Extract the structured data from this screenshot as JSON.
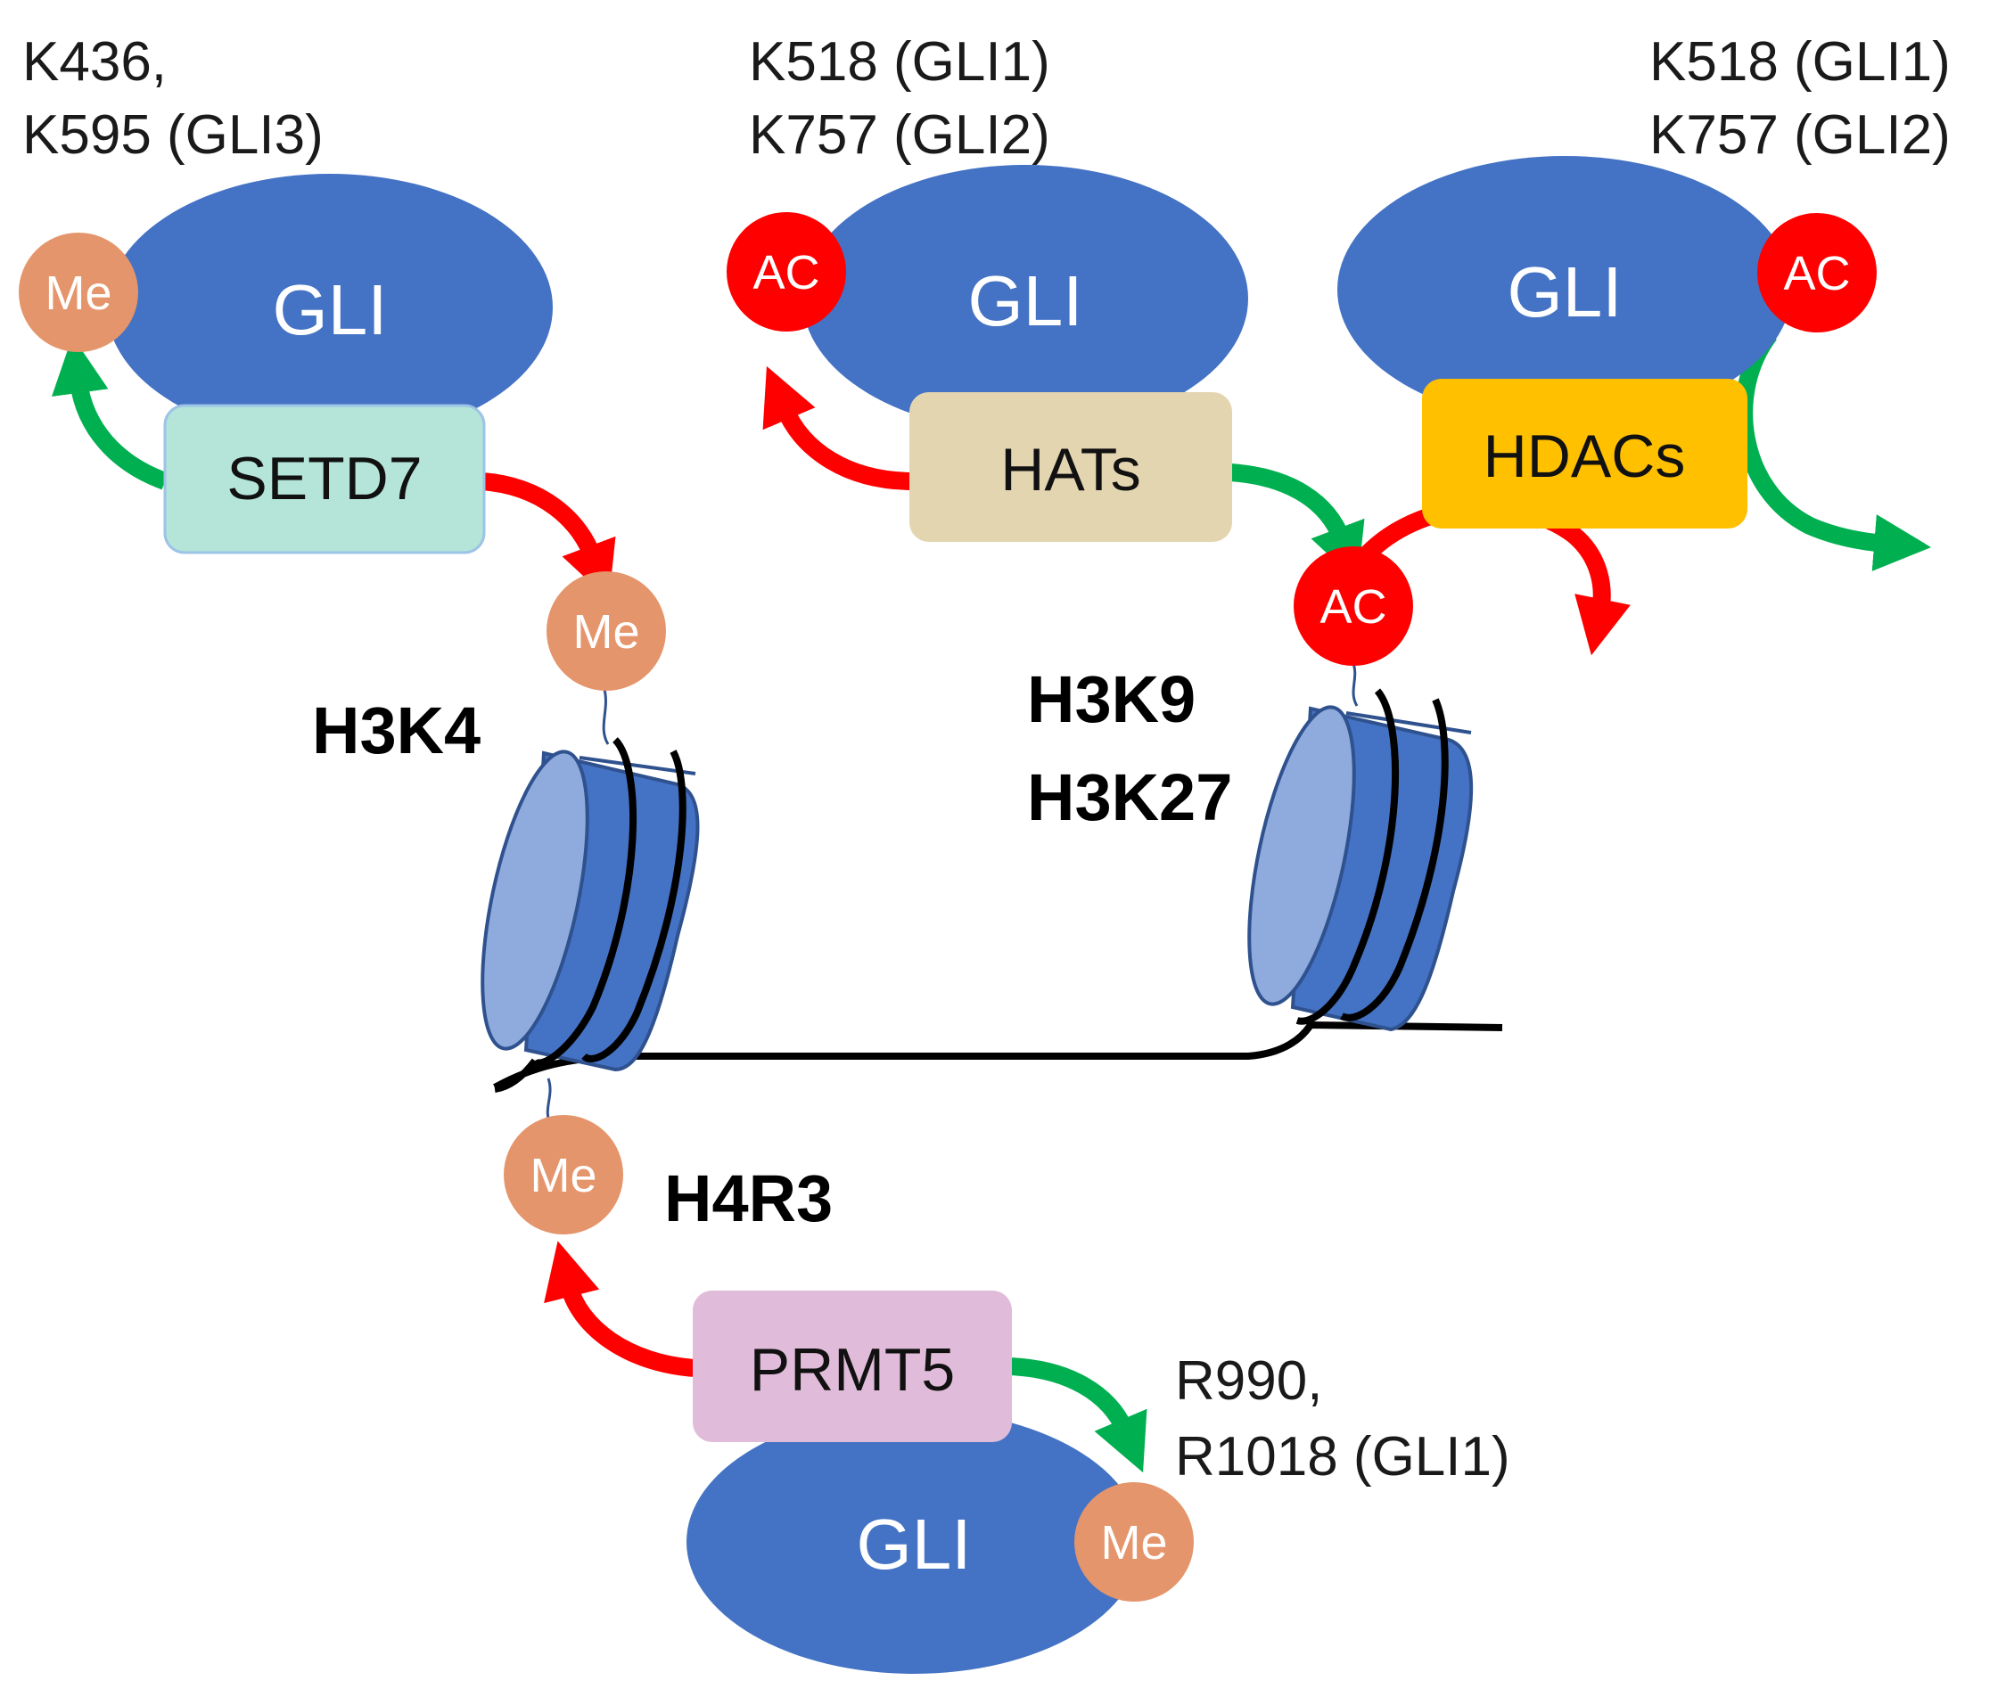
{
  "colors": {
    "gli_fill": "#4472C4",
    "methyl": "#E5956B",
    "acetyl": "#FF0000",
    "arrow_activate": "#00B050",
    "arrow_histone": "#FF0000",
    "setd7_fill": "#B4E5D8",
    "hats_fill": "#E3D5B0",
    "hdacs_fill": "#FFC000",
    "prmt5_fill": "#E0BCDA",
    "nucleosome": "#4472C4",
    "nucleosome_face": "#8FAADC",
    "dna": "#000000"
  },
  "modules": {
    "setd7": {
      "site_line1": "K436,",
      "site_line2": "K595 (GLI3)",
      "gli_label": "GLI",
      "enzyme_label": "SETD7",
      "mark_label": "Me"
    },
    "hats": {
      "site_line1": "K518 (GLI1)",
      "site_line2": "K757 (GLI2)",
      "gli_label": "GLI",
      "enzyme_label": "HATs",
      "mark_label": "AC"
    },
    "hdacs": {
      "site_line1": "K518 (GLI1)",
      "site_line2": "K757 (GLI2)",
      "gli_label": "GLI",
      "enzyme_label": "HDACs",
      "mark_label": "AC"
    },
    "prmt5": {
      "site_line1": "R990,",
      "site_line2": "R1018 (GLI1)",
      "gli_label": "GLI",
      "enzyme_label": "PRMT5",
      "mark_label": "Me"
    }
  },
  "histone_marks": {
    "h3k4": {
      "label": "H3K4",
      "mark_label": "Me"
    },
    "h3k9_k27": {
      "label_line1": "H3K9",
      "label_line2": "H3K27",
      "mark_label": "AC"
    },
    "h4r3": {
      "label": "H4R3",
      "mark_label": "Me"
    }
  }
}
